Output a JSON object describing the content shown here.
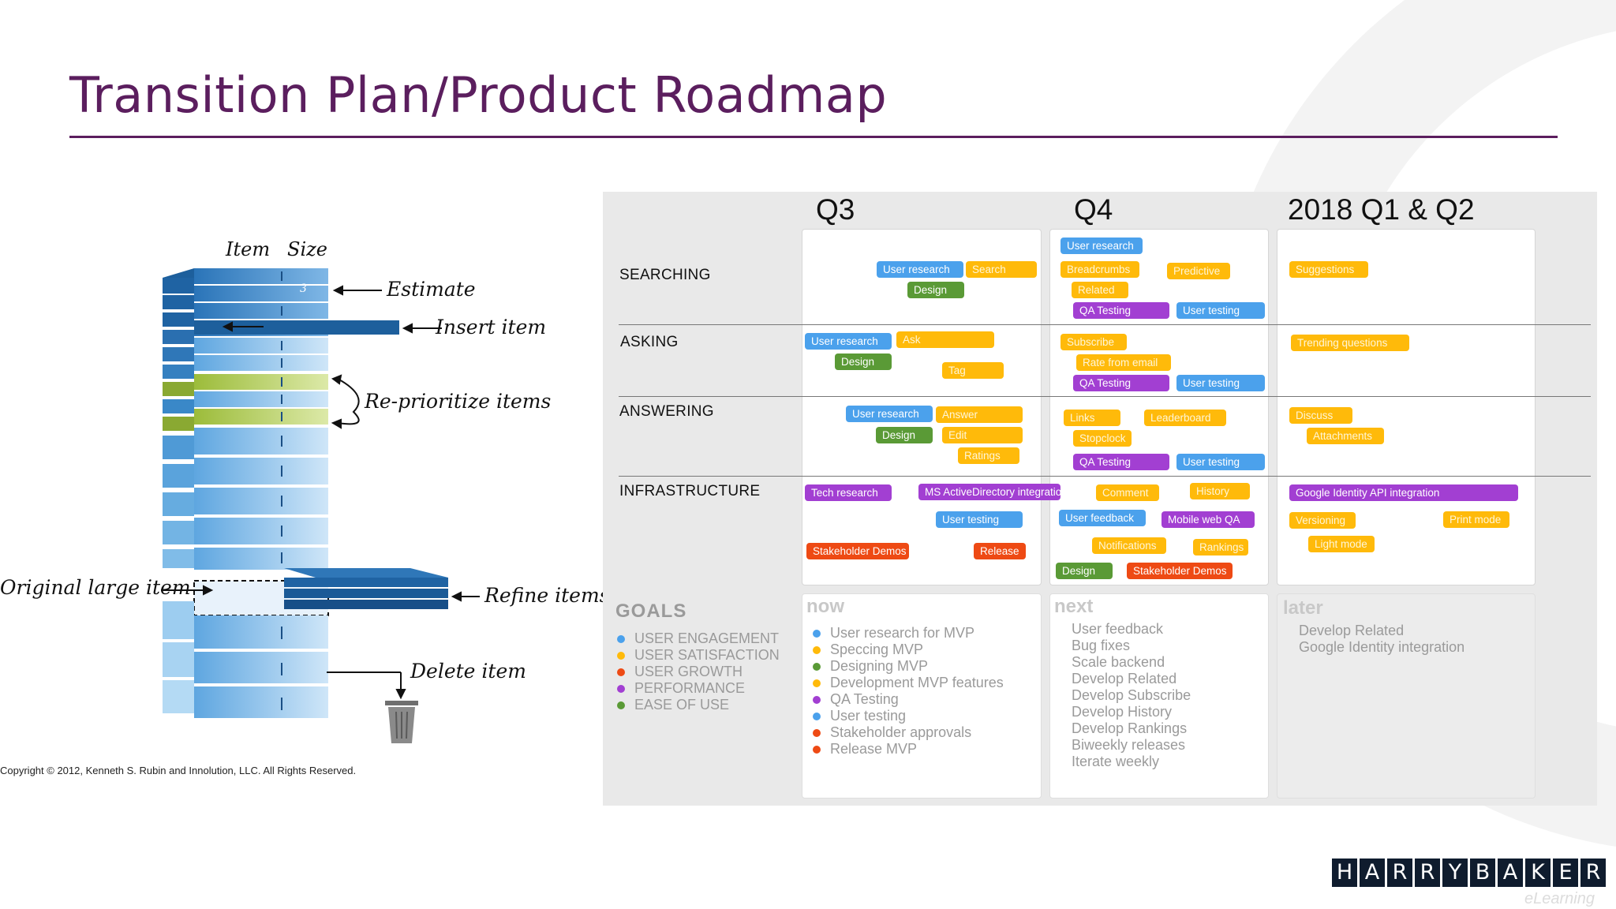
{
  "title": "Transition Plan/Product Roadmap",
  "backlog_diagram": {
    "col_item": "Item",
    "col_size": "Size",
    "size_value": "3",
    "labels": {
      "estimate": "Estimate",
      "insert": "Insert item",
      "reprioritize": "Re-prioritize items",
      "original": "Original large item",
      "refine": "Refine items",
      "delete": "Delete item"
    }
  },
  "copyright": "Copyright © 2012, Kenneth S. Rubin and Innolution, LLC. All Rights Reserved.",
  "roadmap": {
    "quarters": [
      "Q3",
      "Q4",
      "2018 Q1 & Q2"
    ],
    "rows": [
      "SEARCHING",
      "ASKING",
      "ANSWERING",
      "INFRASTRUCTURE"
    ],
    "colors": {
      "blue": "#4ba1ec",
      "yellow": "#ffba0a",
      "green": "#5a9a36",
      "purple": "#a23fd2",
      "red": "#ee4a14",
      "title_purple": "#5b1e5e"
    },
    "chips": [
      {
        "text": "User research",
        "color": "blue"
      },
      {
        "text": "Search",
        "color": "yellow"
      },
      {
        "text": "Design",
        "color": "green"
      },
      {
        "text": "User research",
        "color": "blue"
      },
      {
        "text": "Breadcrumbs",
        "color": "yellow"
      },
      {
        "text": "Predictive",
        "color": "yellow"
      },
      {
        "text": "Related",
        "color": "yellow"
      },
      {
        "text": "QA Testing",
        "color": "purple"
      },
      {
        "text": "User testing",
        "color": "blue"
      },
      {
        "text": "Suggestions",
        "color": "yellow"
      },
      {
        "text": "User research",
        "color": "blue"
      },
      {
        "text": "Ask",
        "color": "yellow"
      },
      {
        "text": "Design",
        "color": "green"
      },
      {
        "text": "Tag",
        "color": "yellow"
      },
      {
        "text": "Subscribe",
        "color": "yellow"
      },
      {
        "text": "Rate from email",
        "color": "yellow"
      },
      {
        "text": "QA Testing",
        "color": "purple"
      },
      {
        "text": "User testing",
        "color": "blue"
      },
      {
        "text": "Trending questions",
        "color": "yellow"
      },
      {
        "text": "User research",
        "color": "blue"
      },
      {
        "text": "Answer",
        "color": "yellow"
      },
      {
        "text": "Design",
        "color": "green"
      },
      {
        "text": "Edit",
        "color": "yellow"
      },
      {
        "text": "Ratings",
        "color": "yellow"
      },
      {
        "text": "Links",
        "color": "yellow"
      },
      {
        "text": "Leaderboard",
        "color": "yellow"
      },
      {
        "text": "Stopclock",
        "color": "yellow"
      },
      {
        "text": "QA Testing",
        "color": "purple"
      },
      {
        "text": "User testing",
        "color": "blue"
      },
      {
        "text": "Discuss",
        "color": "yellow"
      },
      {
        "text": "Attachments",
        "color": "yellow"
      },
      {
        "text": "Tech research",
        "color": "purple"
      },
      {
        "text": "MS ActiveDirectory integration",
        "color": "purple"
      },
      {
        "text": "Comment",
        "color": "yellow"
      },
      {
        "text": "History",
        "color": "yellow"
      },
      {
        "text": "User testing",
        "color": "blue"
      },
      {
        "text": "User feedback",
        "color": "blue"
      },
      {
        "text": "Mobile web QA",
        "color": "purple"
      },
      {
        "text": "Stakeholder Demos",
        "color": "red"
      },
      {
        "text": "Release",
        "color": "red"
      },
      {
        "text": "Notifications",
        "color": "yellow"
      },
      {
        "text": "Rankings",
        "color": "yellow"
      },
      {
        "text": "Design",
        "color": "green"
      },
      {
        "text": "Stakeholder Demos",
        "color": "red"
      },
      {
        "text": "Google Identity API integration",
        "color": "purple"
      },
      {
        "text": "Versioning",
        "color": "yellow"
      },
      {
        "text": "Print mode",
        "color": "yellow"
      },
      {
        "text": "Light mode",
        "color": "yellow"
      }
    ],
    "goals": {
      "heading": "GOALS",
      "items": [
        {
          "text": "USER ENGAGEMENT",
          "color": "blue"
        },
        {
          "text": "USER SATISFACTION",
          "color": "yellow"
        },
        {
          "text": "USER GROWTH",
          "color": "red"
        },
        {
          "text": "PERFORMANCE",
          "color": "purple"
        },
        {
          "text": "EASE OF USE",
          "color": "green"
        }
      ]
    },
    "now": {
      "heading": "now",
      "items": [
        {
          "text": "User research for MVP",
          "color": "blue"
        },
        {
          "text": "Speccing MVP",
          "color": "yellow"
        },
        {
          "text": "Designing MVP",
          "color": "green"
        },
        {
          "text": "Development MVP features",
          "color": "yellow"
        },
        {
          "text": "QA Testing",
          "color": "purple"
        },
        {
          "text": "User testing",
          "color": "blue"
        },
        {
          "text": "Stakeholder approvals",
          "color": "red"
        },
        {
          "text": "Release MVP",
          "color": "red"
        }
      ]
    },
    "next": {
      "heading": "next",
      "items": [
        "User feedback",
        "Bug fixes",
        "Scale backend",
        "Develop Related",
        "Develop Subscribe",
        "Develop History",
        "Develop Rankings",
        "Biweekly releases",
        "Iterate weekly"
      ]
    },
    "later": {
      "heading": "later",
      "items": [
        "Develop Related",
        "Google Identity integration"
      ]
    }
  },
  "brand": {
    "letters": [
      "H",
      "A",
      "R",
      "R",
      "Y",
      "B",
      "A",
      "K",
      "E",
      "R"
    ],
    "sub": "eLearning"
  }
}
